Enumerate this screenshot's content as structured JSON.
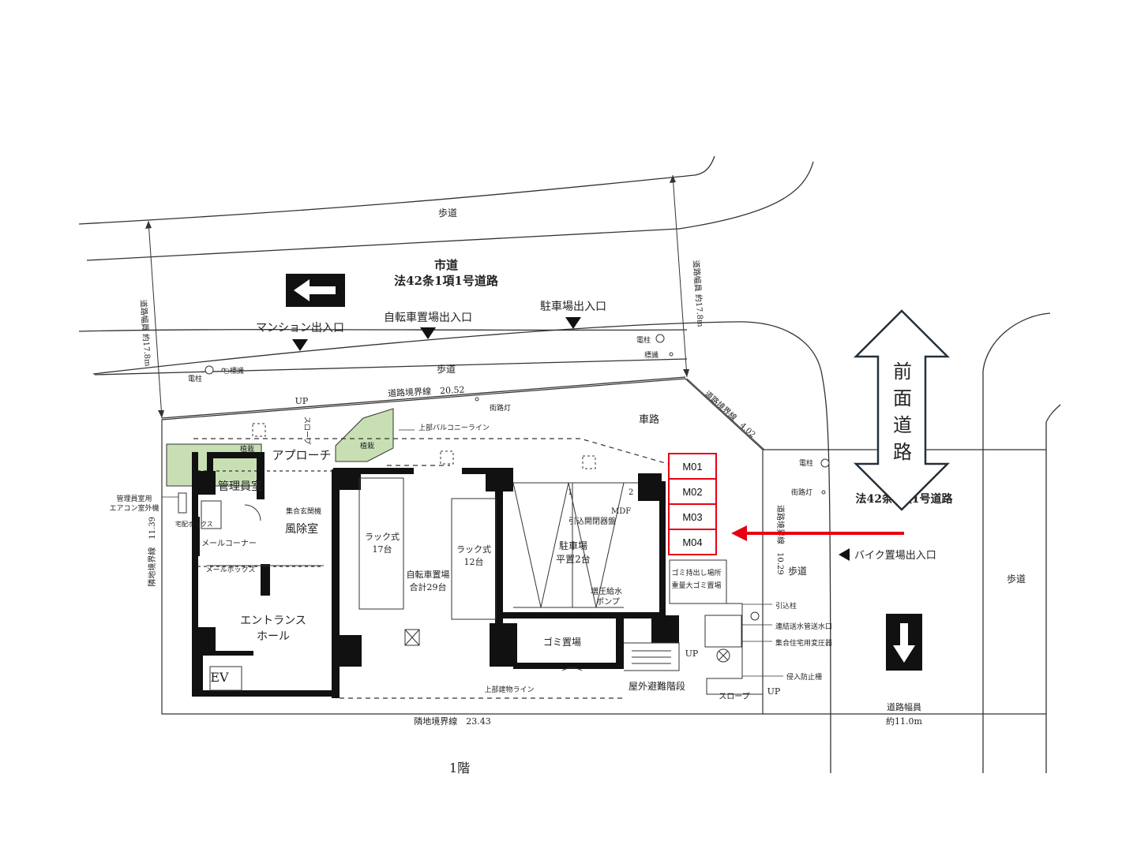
{
  "labels": {
    "sidewalk_top": "歩道",
    "city_road": "市道",
    "road_class": "法42条1項1号道路",
    "mansion_entrance": "マンション出入口",
    "bicycle_entrance": "自転車置場出入口",
    "parking_entrance": "駐車場出入口",
    "sidewalk_mid": "歩道",
    "road_boundary": "道路境界線　20.52",
    "road_width_left": "道路幅員 約17.8m",
    "road_width_right": "道路幅員 約17.8m",
    "pole_left": "電柱",
    "sign_left": "○標識",
    "pole_right": "電柱",
    "sign_right": "標識",
    "up_top": "UP",
    "slope_top": "スロープ",
    "street_light_top": "街路灯",
    "upper_balcony": "上部バルコニーライン",
    "carriageway": "車路",
    "road_boundary_diag": "道路境界線　4.02",
    "approach": "アプローチ",
    "planting_left": "植栽",
    "planting_mid": "植栽",
    "manager_room": "管理員室",
    "manager_ac": "管理員室用\nエアコン室外機",
    "collective_door": "集合玄関機",
    "delivery_box": "宅配ボックス",
    "windbreak_room": "風除室",
    "mail_corner": "メールコーナー",
    "mailbox": "メールボックス",
    "entrance_hall_1": "エントランス",
    "entrance_hall_2": "ホール",
    "ev": "EV",
    "rack17_1": "ラック式",
    "rack17_2": "17台",
    "bike_parking_1": "自転車置場",
    "bike_parking_2": "合計29台",
    "rack12_1": "ラック式",
    "rack12_2": "12台",
    "car_parking_1": "駐車場",
    "car_parking_2": "平置2台",
    "space1": "1",
    "space2": "2",
    "mdf": "MDF",
    "incoming_switch": "引込開閉器盤",
    "booster_pump_1": "増圧給水",
    "booster_pump_2": "ポンプ",
    "garbage_1": "ゴミ持出し場所",
    "garbage_2": "重量大ゴミ置場",
    "garbage_room": "ゴミ置場",
    "up_stair": "UP",
    "outdoor_stair": "屋外避難階段",
    "slope_bottom": "スロープ",
    "up_bottom": "UP",
    "upper_building": "上部建物ライン",
    "adjacent_boundary_bottom": "隣地境界線　23.43",
    "adjacent_boundary_left": "隣地境界線　11.39",
    "road_boundary_right": "道路境界線　10.29",
    "floor": "1階",
    "pole_side": "電柱",
    "street_light_side": "街路灯",
    "side_road_class": "法42条1項1号道路",
    "bike_entrance": "バイク置場出入口",
    "sidewalk_side": "歩道",
    "sidewalk_far": "歩道",
    "intake_pillar": "引込柱",
    "fire_water_inlet": "連結送水管送水口",
    "transformer": "集合住宅用変圧器",
    "intrusion_barrier": "侵入防止柵",
    "road_width_bottom_1": "道路幅員",
    "road_width_bottom_2": "約11.0m"
  },
  "front_road": [
    "前",
    "面",
    "道",
    "路"
  ],
  "meters": [
    "M01",
    "M02",
    "M03",
    "M04"
  ],
  "colors": {
    "line": "#333333",
    "wall": "#111111",
    "planting": "#c8dfb4",
    "highlight": "#e60012",
    "arrow_outline": "#24303a"
  }
}
